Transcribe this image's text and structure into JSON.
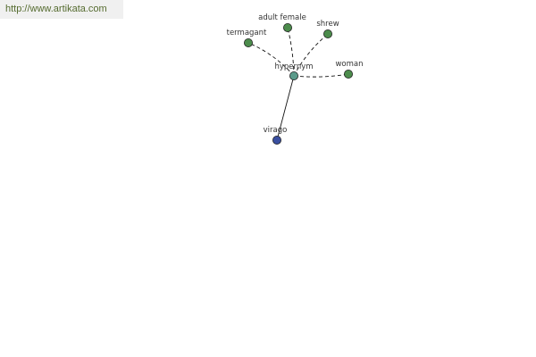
{
  "watermark": {
    "text": "http://www.artikata.com"
  },
  "graph": {
    "center": {
      "id": "hypernym",
      "label": "hypernym",
      "color": "#5a9a8a"
    },
    "nodes": [
      {
        "id": "adult-female",
        "label": "adult female",
        "color": "#4c8c4c",
        "link": "dashed"
      },
      {
        "id": "shrew",
        "label": "shrew",
        "color": "#4c8c4c",
        "link": "dashed"
      },
      {
        "id": "termagant",
        "label": "termagant",
        "color": "#4c8c4c",
        "link": "dashed"
      },
      {
        "id": "woman",
        "label": "woman",
        "color": "#4c8c4c",
        "link": "dashed"
      },
      {
        "id": "virago",
        "label": "virago",
        "color": "#3a4fa0",
        "link": "solid"
      }
    ]
  }
}
